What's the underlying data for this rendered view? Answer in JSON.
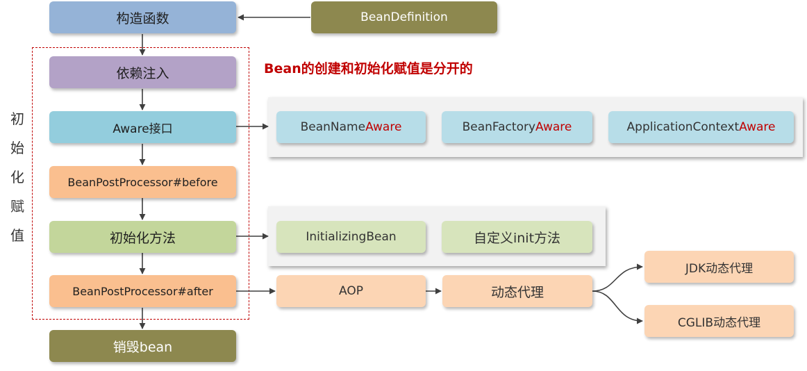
{
  "side_label": [
    "初",
    "始",
    "化",
    "赋",
    "值"
  ],
  "note": "Bean的创建和初始化赋值是分开的",
  "flow": {
    "constructor": "构造函数",
    "bean_definition": "BeanDefinition",
    "dependency_injection": "依赖注入",
    "aware_interface": "Aware接口",
    "post_processor_before": "BeanPostProcessor#before",
    "init_method": "初始化方法",
    "post_processor_after": "BeanPostProcessor#after",
    "destroy": "销毁bean"
  },
  "aware": {
    "suffix": "Aware",
    "items": [
      {
        "prefix": "BeanName"
      },
      {
        "prefix": "BeanFactory"
      },
      {
        "prefix": "ApplicationContext"
      }
    ]
  },
  "init": {
    "initializing_bean": "InitializingBean",
    "custom_init": "自定义init方法"
  },
  "aop": {
    "aop": "AOP",
    "dynamic_proxy": "动态代理",
    "jdk_proxy": "JDK动态代理",
    "cglib_proxy": "CGLIB动态代理"
  },
  "colors": {
    "accent_red": "#c00000",
    "blue": "#95b3d7",
    "olive": "#8d884f",
    "purple": "#b3a2c7",
    "cyan": "#93cddd",
    "peach": "#fabf8f",
    "green": "#c3d69b"
  }
}
